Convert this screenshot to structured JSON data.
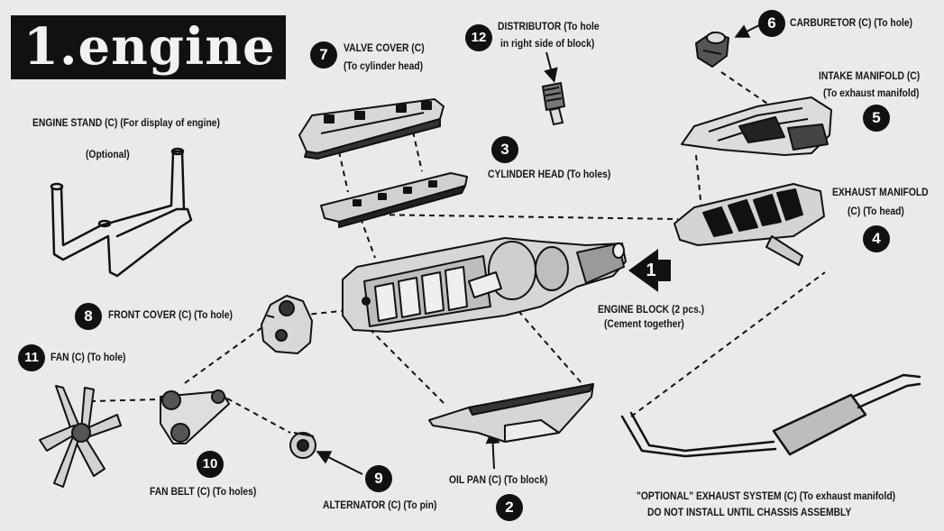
{
  "title": "1.engine",
  "labels": {
    "engine_stand": "ENGINE STAND (C) (For display of engine)",
    "engine_stand_optional": "(Optional)",
    "valve_cover": "VALVE COVER (C)",
    "valve_cover_sub": "(To cylinder head)",
    "distributor": "DISTRIBUTOR (To hole",
    "distributor_sub": "in right side of block)",
    "carburetor": "CARBURETOR (C) (To hole)",
    "intake_manifold": "INTAKE MANIFOLD (C)",
    "intake_manifold_sub": "(To exhaust manifold)",
    "cylinder_head": "CYLINDER HEAD (To holes)",
    "exhaust_manifold": "EXHAUST MANIFOLD",
    "exhaust_manifold_sub": "(C) (To head)",
    "engine_block": "ENGINE BLOCK (2 pcs.)",
    "engine_block_sub": "(Cement together)",
    "front_cover": "FRONT COVER (C) (To hole)",
    "fan": "FAN (C) (To hole)",
    "fan_belt": "FAN BELT (C) (To holes)",
    "alternator": "ALTERNATOR (C) (To pin)",
    "oil_pan": "OIL PAN (C) (To block)",
    "exhaust_system": "\"OPTIONAL\" EXHAUST SYSTEM (C) (To exhaust manifold)",
    "exhaust_system_note": "DO NOT INSTALL UNTIL CHASSIS ASSEMBLY"
  },
  "numbers": {
    "engine_block": "1",
    "oil_pan": "2",
    "cylinder_head": "3",
    "exhaust_manifold": "4",
    "intake_manifold": "5",
    "carburetor": "6",
    "valve_cover": "7",
    "front_cover": "8",
    "alternator": "9",
    "fan_belt": "10",
    "fan": "11",
    "distributor": "12"
  }
}
